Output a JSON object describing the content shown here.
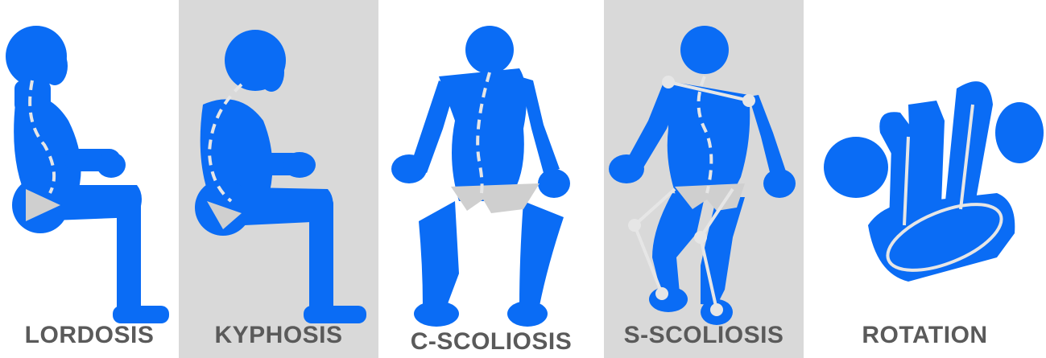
{
  "figures": [
    {
      "id": "lordosis",
      "label": "LORDOSIS"
    },
    {
      "id": "kyphosis",
      "label": "KYPHOSIS"
    },
    {
      "id": "c-scoliosis",
      "label": "C-SCOLIOSIS"
    },
    {
      "id": "s-scoliosis",
      "label": "S-SCOLIOSIS"
    },
    {
      "id": "rotation",
      "label": "ROTATION"
    }
  ],
  "colors": {
    "figure": "#0a6cf5",
    "spine": "#e6e6e6",
    "pelvis": "#cfcfcf",
    "shade": "#d9d9d9",
    "label": "#5a5a5a"
  }
}
